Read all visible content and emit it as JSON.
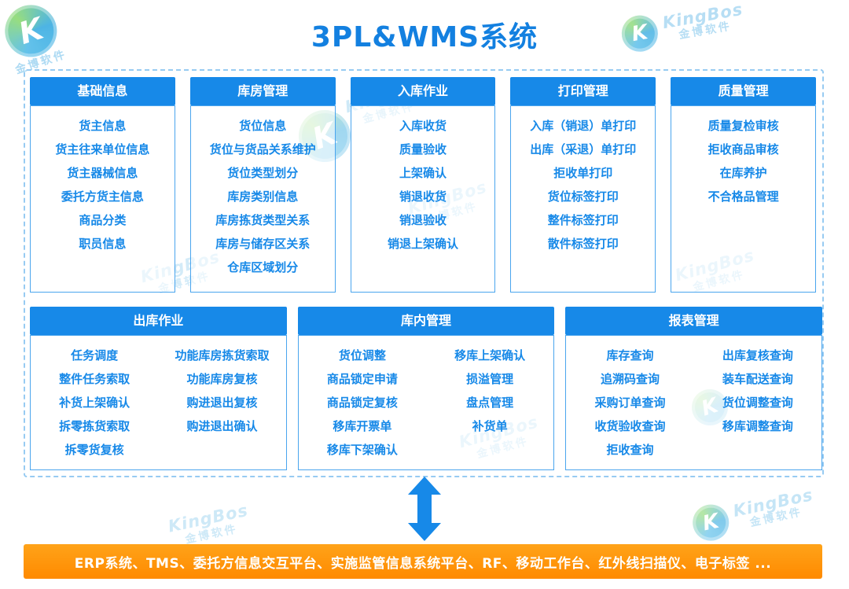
{
  "title": "3PL&WMS系统",
  "brand": {
    "name": "KingBos",
    "cn": "金博软件"
  },
  "groups_row1": [
    {
      "header": "基础信息",
      "items": [
        "货主信息",
        "货主往来单位信息",
        "货主器械信息",
        "委托方货主信息",
        "商品分类",
        "职员信息"
      ]
    },
    {
      "header": "库房管理",
      "items": [
        "货位信息",
        "货位与货品关系维护",
        "货位类型划分",
        "库房类别信息",
        "库房拣货类型关系",
        "库房与储存区关系",
        "仓库区域划分"
      ]
    },
    {
      "header": "入库作业",
      "items": [
        "入库收货",
        "质量验收",
        "上架确认",
        "销退收货",
        "销退验收",
        "销退上架确认"
      ]
    },
    {
      "header": "打印管理",
      "items": [
        "入库（销退）单打印",
        "出库（采退）单打印",
        "拒收单打印",
        "货位标签打印",
        "整件标签打印",
        "散件标签打印"
      ]
    },
    {
      "header": "质量管理",
      "items": [
        "质量复检审核",
        "拒收商品审核",
        "在库养护",
        "不合格品管理"
      ]
    }
  ],
  "groups_row2": [
    {
      "header": "出库作业",
      "col1": [
        "任务调度",
        "整件任务索取",
        "补货上架确认",
        "拆零拣货索取",
        "拆零货复核"
      ],
      "col2": [
        "功能库房拣货索取",
        "功能库房复核",
        "购进退出复核",
        "购进退出确认"
      ]
    },
    {
      "header": "库内管理",
      "col1": [
        "货位调整",
        "商品锁定申请",
        "商品锁定复核",
        "移库开票单",
        "移库下架确认"
      ],
      "col2": [
        "移库上架确认",
        "损溢管理",
        "盘点管理",
        "补货单"
      ]
    },
    {
      "header": "报表管理",
      "col1": [
        "库存查询",
        "追溯码查询",
        "采购订单查询",
        "收货验收查询",
        "拒收查询"
      ],
      "col2": [
        "出库复核查询",
        "装车配送查询",
        "货位调整查询",
        "移库调整查询"
      ]
    }
  ],
  "footer": {
    "text": "ERP系统、TMS、委托方信息交互平台、实施监管信息系统平台、RF、移动工作台、红外线扫描仪、电子标签  ..."
  },
  "colors": {
    "accent_blue": "#1789e8",
    "title_blue": "#1380e0",
    "orange": "#ff8a00",
    "dashed_border": "#97cbf2"
  }
}
